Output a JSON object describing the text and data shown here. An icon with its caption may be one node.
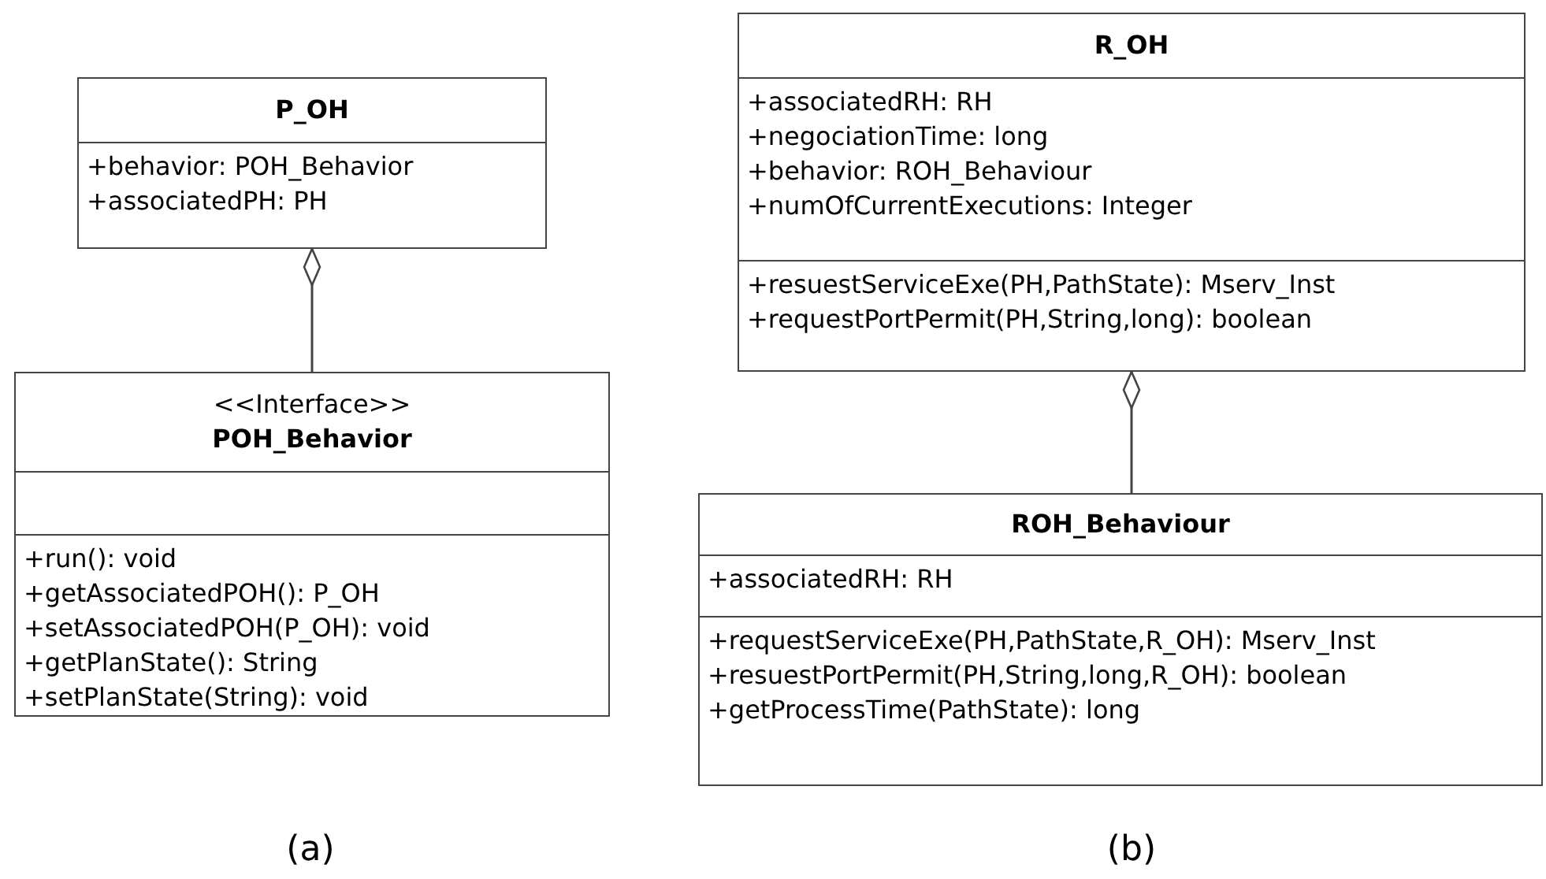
{
  "diagram": {
    "nodes": [
      {
        "text": [
          "P_OH"
        ]
      },
      {
        "text": [
          "+behavior: POH_Behavior",
          "+associatedPH: PH"
        ],
        "in": 0
      },
      {
        "text": [
          "<<Interface>>",
          "POH_Behavior"
        ]
      },
      {
        "text": [],
        "shape": "box",
        "in": 2
      },
      {
        "text": [
          "+run(): void",
          "+getAssociatedPOH(): P_OH",
          "+setAssociatedPOH(P_OH): void",
          "+getPlanState(): String",
          "+setPlanState(String): void"
        ],
        "in": 2
      },
      {
        "text": [
          "R_OH"
        ]
      },
      {
        "text": [
          "+associatedRH: RH",
          "+negociationTime: long",
          "+behavior: ROH_Behaviour",
          "+numOfCurrentExecutions: Integer"
        ],
        "in": 5
      },
      {
        "text": [
          "+resuestServiceExe(PH,PathState): Mserv_Inst",
          "+requestPortPermit(PH,String,long): boolean"
        ],
        "in": 5
      },
      {
        "text": [
          "ROH_Behaviour"
        ]
      },
      {
        "text": [
          "+associatedRH: RH"
        ],
        "in": 8
      },
      {
        "text": [
          "+requestServiceExe(PH,PathState,R_OH): Mserv_Inst",
          "+resuestPortPermit(PH,String,long,R_OH): boolean",
          "+getProcessTime(PathState): long"
        ],
        "in": 8
      }
    ],
    "edges": [
      {
        "from": 0,
        "to": 2,
        "arrow": "other"
      },
      {
        "from": 5,
        "to": 8,
        "arrow": "other"
      }
    ],
    "labels": [
      "(a)",
      "(b)"
    ]
  }
}
